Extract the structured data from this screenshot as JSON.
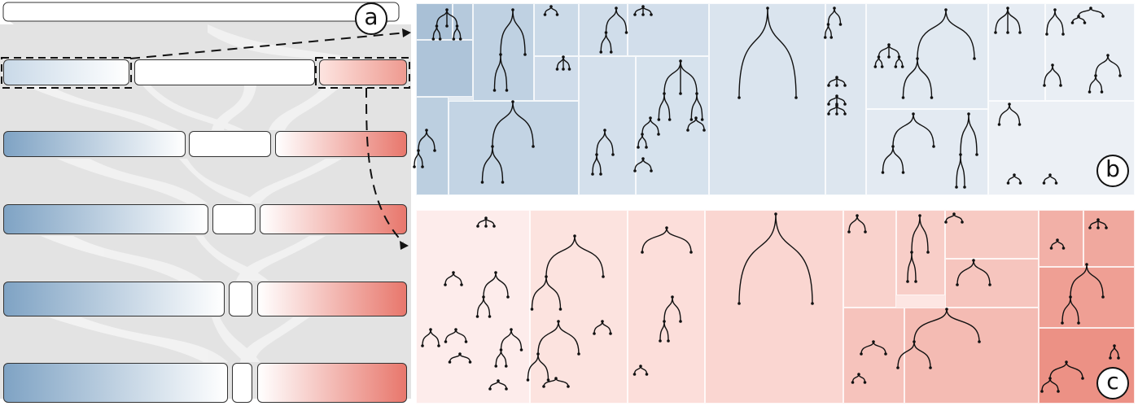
{
  "labels": {
    "a": "a",
    "b": "b",
    "c": "c"
  },
  "colors": {
    "blue_dark": "#7fa3c4",
    "blue_light": "#dfe8f1",
    "red_dark": "#e8776c",
    "red_light": "#fde4e0",
    "flow_gray": "#e0e0e0",
    "stroke": "#111111"
  }
}
